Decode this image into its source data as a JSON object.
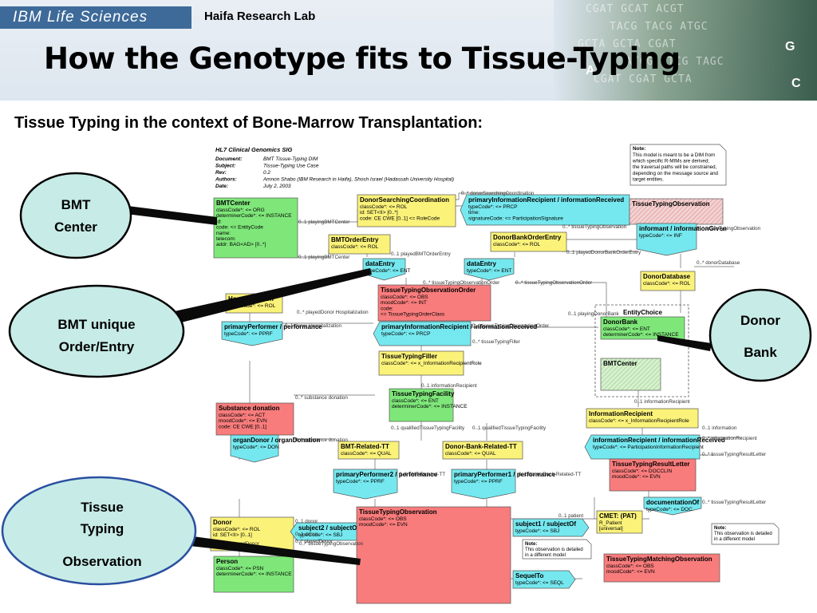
{
  "header": {
    "brand": "IBM Life Sciences",
    "lab": "Haifa Research Lab",
    "title": "How the Genotype fits to Tissue-Typing",
    "dna_rows": [
      "CGAT GCAT ACGT",
      "TACG TACG ATGC",
      "GCTA GCTA CGAT",
      "ATCG ATCG TAGC",
      "CGAT CGAT GCTA"
    ],
    "dna_letters": [
      "A",
      "G",
      "C"
    ]
  },
  "subtitle": "Tissue Typing in the context of Bone-Marrow Transplantation:",
  "doc_info": {
    "heading": "HL7 Clinical Genomics SIG",
    "rows": [
      {
        "k": "Document:",
        "v": "BMT Tissue-Typing DIM"
      },
      {
        "k": "Subject:",
        "v": "Tissue-Typing Use Case"
      },
      {
        "k": "Rev:",
        "v": "0.2"
      },
      {
        "k": "Authors:",
        "v": "Amnon Shabo (IBM Research in Haifa), Shosh Israel (Hadassah University Hospital)"
      },
      {
        "k": "Date:",
        "v": "July 2, 2003"
      }
    ]
  },
  "note_top": {
    "title": "Note:",
    "lines": [
      "This model is meant to be a DIM from",
      "which specific R-MIMs are derived;",
      "the traversal paths will be constrained,",
      "depending on the message source and",
      "target entities."
    ]
  },
  "callouts": {
    "bmt_center": [
      "BMT",
      "Center"
    ],
    "order_entry": [
      "BMT  unique",
      "Order/Entry"
    ],
    "donor_bank": [
      "Donor",
      "Bank"
    ],
    "tissue_obs": [
      "Tissue",
      "Typing",
      "Observation"
    ]
  },
  "boxes": {
    "bmt_center": {
      "title": "BMTCenter",
      "lines": [
        "classCode*: <= ORG",
        "determinerCode*: <= INSTANCE",
        "id:",
        "code: <= EntityCode",
        "name:",
        "telecom:",
        "addr: BAG<AD> [0..*]"
      ]
    },
    "donor_searching": {
      "title": "DonorSearchingCoordination",
      "lines": [
        "classCode*: <= ROL",
        "id: SET<II> [0..*]",
        "code: CE CWE [0..1] <= RoleCode"
      ]
    },
    "primary_info_top": {
      "title": "primaryInformationRecipient / informationReceived",
      "lines": [
        "typeCode*: <= PRCP",
        "time:",
        "signatureCode: <= ParticipationSignature"
      ]
    },
    "tto_top": {
      "title": "TissueTypingObservation",
      "lines": []
    },
    "bmt_order_entry": {
      "title": "BMTOrderEntry",
      "lines": [
        "classCode*: <= ROL"
      ]
    },
    "donor_bank_order_entry": {
      "title": "DonorBankOrderEntry",
      "lines": [
        "classCode*: <= ROL"
      ]
    },
    "informant": {
      "title": "informant / informationGiven",
      "lines": [
        "typeCode*: <= INF"
      ]
    },
    "data_entry_1": {
      "title": "dataEntry",
      "lines": [
        "typeCode*: <= ENT"
      ]
    },
    "data_entry_2": {
      "title": "dataEntry",
      "lines": [
        "typeCode*: <= ENT"
      ]
    },
    "donor_database": {
      "title": "DonorDatabase",
      "lines": [
        "classCode*: <= ROL"
      ]
    },
    "tto_order": {
      "title": "TissueTypingObservationOrder",
      "lines": [
        "classCode*: <= OBS",
        "moodCode*: <= INT",
        "code:",
        "<= TissueTypingOrderClass"
      ]
    },
    "hospitalization": {
      "title": "Hospitalization",
      "lines": [
        "classCode*: <= ROL"
      ]
    },
    "entity_choice": {
      "title": "EntityChoice",
      "lines": []
    },
    "donor_bank": {
      "title": "DonorBank",
      "lines": [
        "classCode*: <= ENT",
        "determinerCode*: <= INSTANCE"
      ]
    },
    "bmt_center_2": {
      "title": "BMTCenter",
      "lines": []
    },
    "primary_performer": {
      "title": "primaryPerformer / performance",
      "lines": [
        "typeCode*: <= PPRF"
      ]
    },
    "primary_info_mid": {
      "title": "primaryInformationRecipient / informationReceived",
      "lines": [
        "typeCode*: <= PRCP"
      ]
    },
    "tt_filler": {
      "title": "TissueTypingFiller",
      "lines": [
        "classCode*: <= x_InformationRecipientRole"
      ]
    },
    "tt_facility": {
      "title": "TissueTypingFacility",
      "lines": [
        "classCode*: <= ENT",
        "determinerCode*: <= INSTANCE"
      ]
    },
    "substance": {
      "title": "Substance donation",
      "lines": [
        "classCode*: <= ACT",
        "moodCode*: <= EVN",
        "code: CE CWE [0..1]"
      ]
    },
    "info_recipient": {
      "title": "InformationRecipient",
      "lines": [
        "classCode*: <= x_InformationRecipientRole"
      ]
    },
    "organ_donor": {
      "title": "organDonor / organDonation",
      "lines": [
        "typeCode*: <= DON"
      ]
    },
    "info_recipient_2": {
      "title": "informationRecipient / informationReceived",
      "lines": [
        "typeCode*: <= ParticipationInformationRecipient"
      ]
    },
    "bmt_related": {
      "title": "BMT-Related-TT",
      "lines": [
        "classCode*: <= QUAL"
      ]
    },
    "donor_bank_related": {
      "title": "Donor-Bank-Related-TT",
      "lines": [
        "classCode*: <= QUAL"
      ]
    },
    "tt_result_letter": {
      "title": "TissueTypingResultLetter",
      "lines": [
        "classCode*: <= DOCCLIN",
        "moodCode*: <= EVN"
      ]
    },
    "primary_performer_2": {
      "title": "primaryPerformer2 / performance",
      "lines": [
        "typeCode*: <= PPRF"
      ]
    },
    "primary_performer_1": {
      "title": "primaryPerformer1 / performance",
      "lines": [
        "typeCode*: <= PPRF"
      ]
    },
    "documentation_of": {
      "title": "documentationOf",
      "lines": [
        "typeCode*: <= DOC"
      ]
    },
    "donor": {
      "title": "Donor",
      "lines": [
        "classCode*: <= ROL",
        "id: SET<II> [0..1]"
      ]
    },
    "subject2": {
      "title": "subject2 / subjectOf",
      "lines": [
        "typeCode*: <= SBJ"
      ]
    },
    "tto_main": {
      "title": "TissueTypingObservation",
      "lines": [
        "classCode*: <= OBS",
        "moodCode*: <= EVN"
      ]
    },
    "subject1": {
      "title": "subject1 / subjectOf",
      "lines": [
        "typeCode*: <= SBJ"
      ]
    },
    "cmet": {
      "title": "CMET: (PAT)",
      "lines": [
        "R_Patient",
        "[universal]"
      ]
    },
    "person": {
      "title": "Person",
      "lines": [
        "classCode*: <= PSN",
        "determinerCode*: <= INSTANCE"
      ]
    },
    "sequel_to": {
      "title": "SequelTo",
      "lines": [
        "typeCode*: <= SEQL"
      ]
    },
    "ttm_observation": {
      "title": "TissueTypingMatchingObservation",
      "lines": [
        "classCode*: <= OBS",
        "moodCode*: <= EVN"
      ]
    }
  },
  "notes_small": {
    "center": [
      "Note:",
      "This observation is detailed",
      "in a different model"
    ],
    "right": [
      "Note:",
      "This observation is detailed",
      "in a different model"
    ]
  },
  "labels": [
    "0..* donorSearchingCoordination",
    "0..1 playingBMTCenter",
    "0..1 playingBMTCenter",
    "0..1 playedBMTOrderEntry",
    "0..* tissueTypingObservation",
    "0..1 playedDonorBankOrderEntry",
    "0..* tissueTypingObservation",
    "0..* tissueTypingObservationOrder",
    "0..* tissueTypingObservationOrder",
    "0..* donorDatabase",
    "0..1 playingDonorBank",
    "0..* playedDonor Hospitalization",
    "0..* tissueTypingObservationOrder",
    "0..1 donor Hospitalization",
    "0..* tissueTypingFiller",
    "0..1 informationRecipient",
    "0..* substance donation",
    "0..1 qualifiedTissueTypingFacility",
    "0..1 qualifiedTissueTypingFacility",
    "0..1 informationRecipient",
    "0..1 information",
    "0..* substance donation",
    "0..* informationRecipient",
    "0..* tissueTypingResultLetter",
    "0..1 bMT-Related-TT",
    "0..1 donor-Bank-Related-TT",
    "0..1 donor",
    "0..* tissueTypingResultLetter",
    "0..1 patient",
    "0..1 donor",
    "0..* playedDonor",
    "0..* tissueTypingObservation",
    "0..* playedDonor"
  ]
}
